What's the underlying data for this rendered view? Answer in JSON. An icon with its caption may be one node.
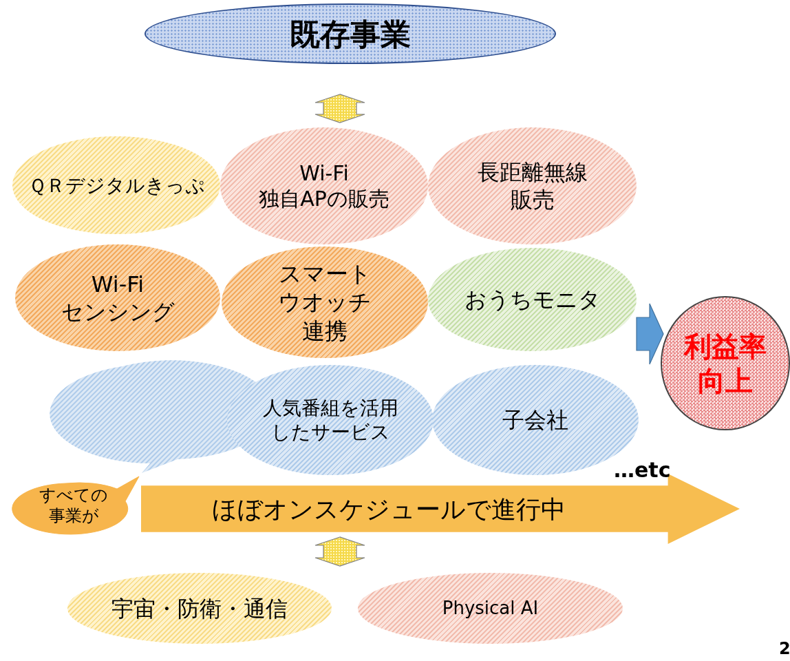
{
  "diagram": {
    "nodes": [
      {
        "text": [
          "既存事業"
        ]
      },
      {
        "text": [
          "ＱＲデジタルきっぷ"
        ]
      },
      {
        "text": [
          "Wi-Fi 独自APの販売"
        ]
      },
      {
        "text": [
          "長距離無線販売"
        ]
      },
      {
        "text": [
          "Wi-Fi センシング"
        ]
      },
      {
        "text": [
          "スマートウオッチ連携"
        ]
      },
      {
        "text": [
          "おうちモニタ"
        ]
      },
      {
        "text": [
          "利益率向上"
        ]
      },
      {
        "text": [],
        "shape": "bubble"
      },
      {
        "text": [
          "人気番組を活用したサービス"
        ]
      },
      {
        "text": [
          "子会社"
        ]
      },
      {
        "text": [
          "すべての事業が"
        ]
      },
      {
        "text": [
          "ほぼオンスケジュールで進行中"
        ]
      },
      {
        "text": [
          "宇宙・防衛・通信"
        ]
      },
      {
        "text": [
          "Physical AI"
        ]
      }
    ],
    "edges": [
      {
        "from": 0,
        "to": 2,
        "arrow": "both"
      },
      {
        "from": 12,
        "to": null,
        "arrow": "both"
      },
      {
        "from": null,
        "to": 7,
        "arrow": "to",
        "color": "#5b9bd5"
      }
    ],
    "labels": [
      "…etc",
      "2"
    ]
  }
}
